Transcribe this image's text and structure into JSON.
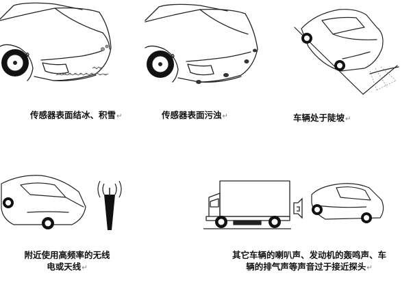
{
  "panels": [
    {
      "id": "ice-snow",
      "caption": "传感器表面结冰、积雪",
      "mark": "↵"
    },
    {
      "id": "dirty",
      "caption": "传感器表面污浊",
      "mark": "↵"
    },
    {
      "id": "slope",
      "caption": "车辆处于陡坡",
      "mark": "↵"
    },
    {
      "id": "radio",
      "caption_line1": "附近使用高频率的无线",
      "caption_line2": "电或天线",
      "mark": "↵"
    },
    {
      "id": "noise",
      "caption_line1": "其它车辆的喇叭声、发动机的轰鸣声、车",
      "caption_line2": "辆的排气声等声音过于接近探头",
      "mark": "↵"
    }
  ],
  "colors": {
    "line": "#222222",
    "text": "#111111",
    "ice": "#999999",
    "dirt": "#333333"
  }
}
